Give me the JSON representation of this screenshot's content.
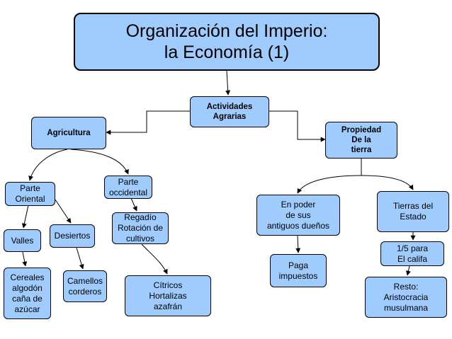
{
  "title": "Organización del Imperio:\nla Economía (1)",
  "nodes": {
    "actividades": "Actividades\nAgrarias",
    "agricultura": "Agricultura",
    "propiedad": "Propiedad\nDe la\ntierra",
    "parte_oriental": "Parte\nOriental",
    "parte_occidental": "Parte\noccidental",
    "valles": "Valles",
    "desiertos": "Desiertos",
    "regadio": "Regadío\nRotación de\ncultivos",
    "cereales": "Cereales\nalgodón\ncaña de\nazúcar",
    "camellos": "Camellos\ncorderos",
    "citricos": "Cítricos\nHortalizas\nazafrán",
    "en_poder": "En poder\nde sus\nantiguos dueños",
    "paga": "Paga\nimpuestos",
    "tierras_estado": "Tierras del\nEstado",
    "quinto": "1/5 para\nEl califa",
    "resto": "Resto:\nAristocracia\nmusulmana"
  },
  "colors": {
    "node_fill": "#9fcbfd",
    "border": "#000000",
    "line": "#000000"
  }
}
